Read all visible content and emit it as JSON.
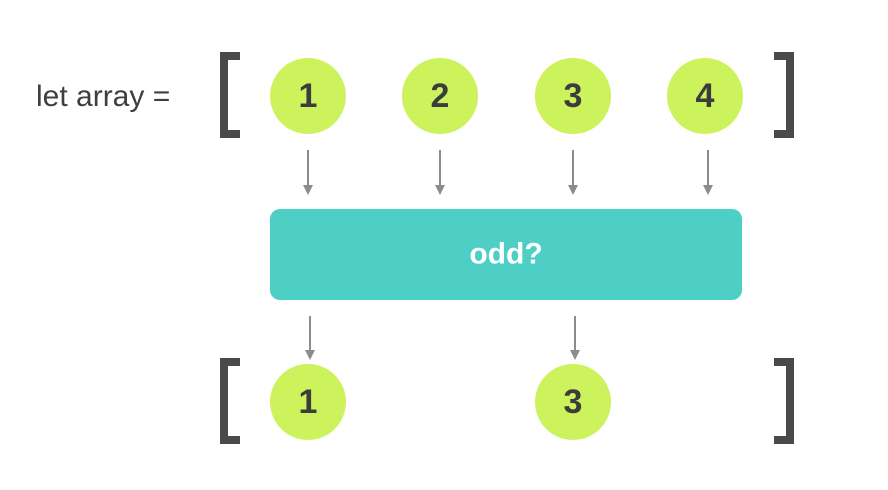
{
  "declaration_label": "let array =",
  "input_array": {
    "items": [
      "1",
      "2",
      "3",
      "4"
    ]
  },
  "filter_box": {
    "label": "odd?"
  },
  "output_array": {
    "items": [
      "1",
      "3"
    ]
  },
  "colors": {
    "circle_fill": "#ccf35c",
    "circle_text": "#3c3c3c",
    "bracket": "#4a4a4a",
    "arrow": "#8c8c8c",
    "box_fill": "#4ecfc5",
    "box_text": "#ffffff",
    "label_text": "#3f3f3f"
  }
}
